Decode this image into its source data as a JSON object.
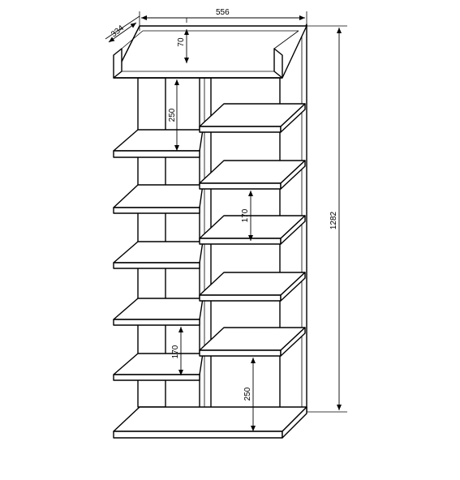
{
  "dimensions": {
    "width": "556",
    "depth": "334",
    "rail_height": "70",
    "top_gap": "250",
    "shelf_spacing_right": "170",
    "shelf_spacing_left": "170",
    "bottom_gap": "250",
    "total_height": "1282"
  }
}
